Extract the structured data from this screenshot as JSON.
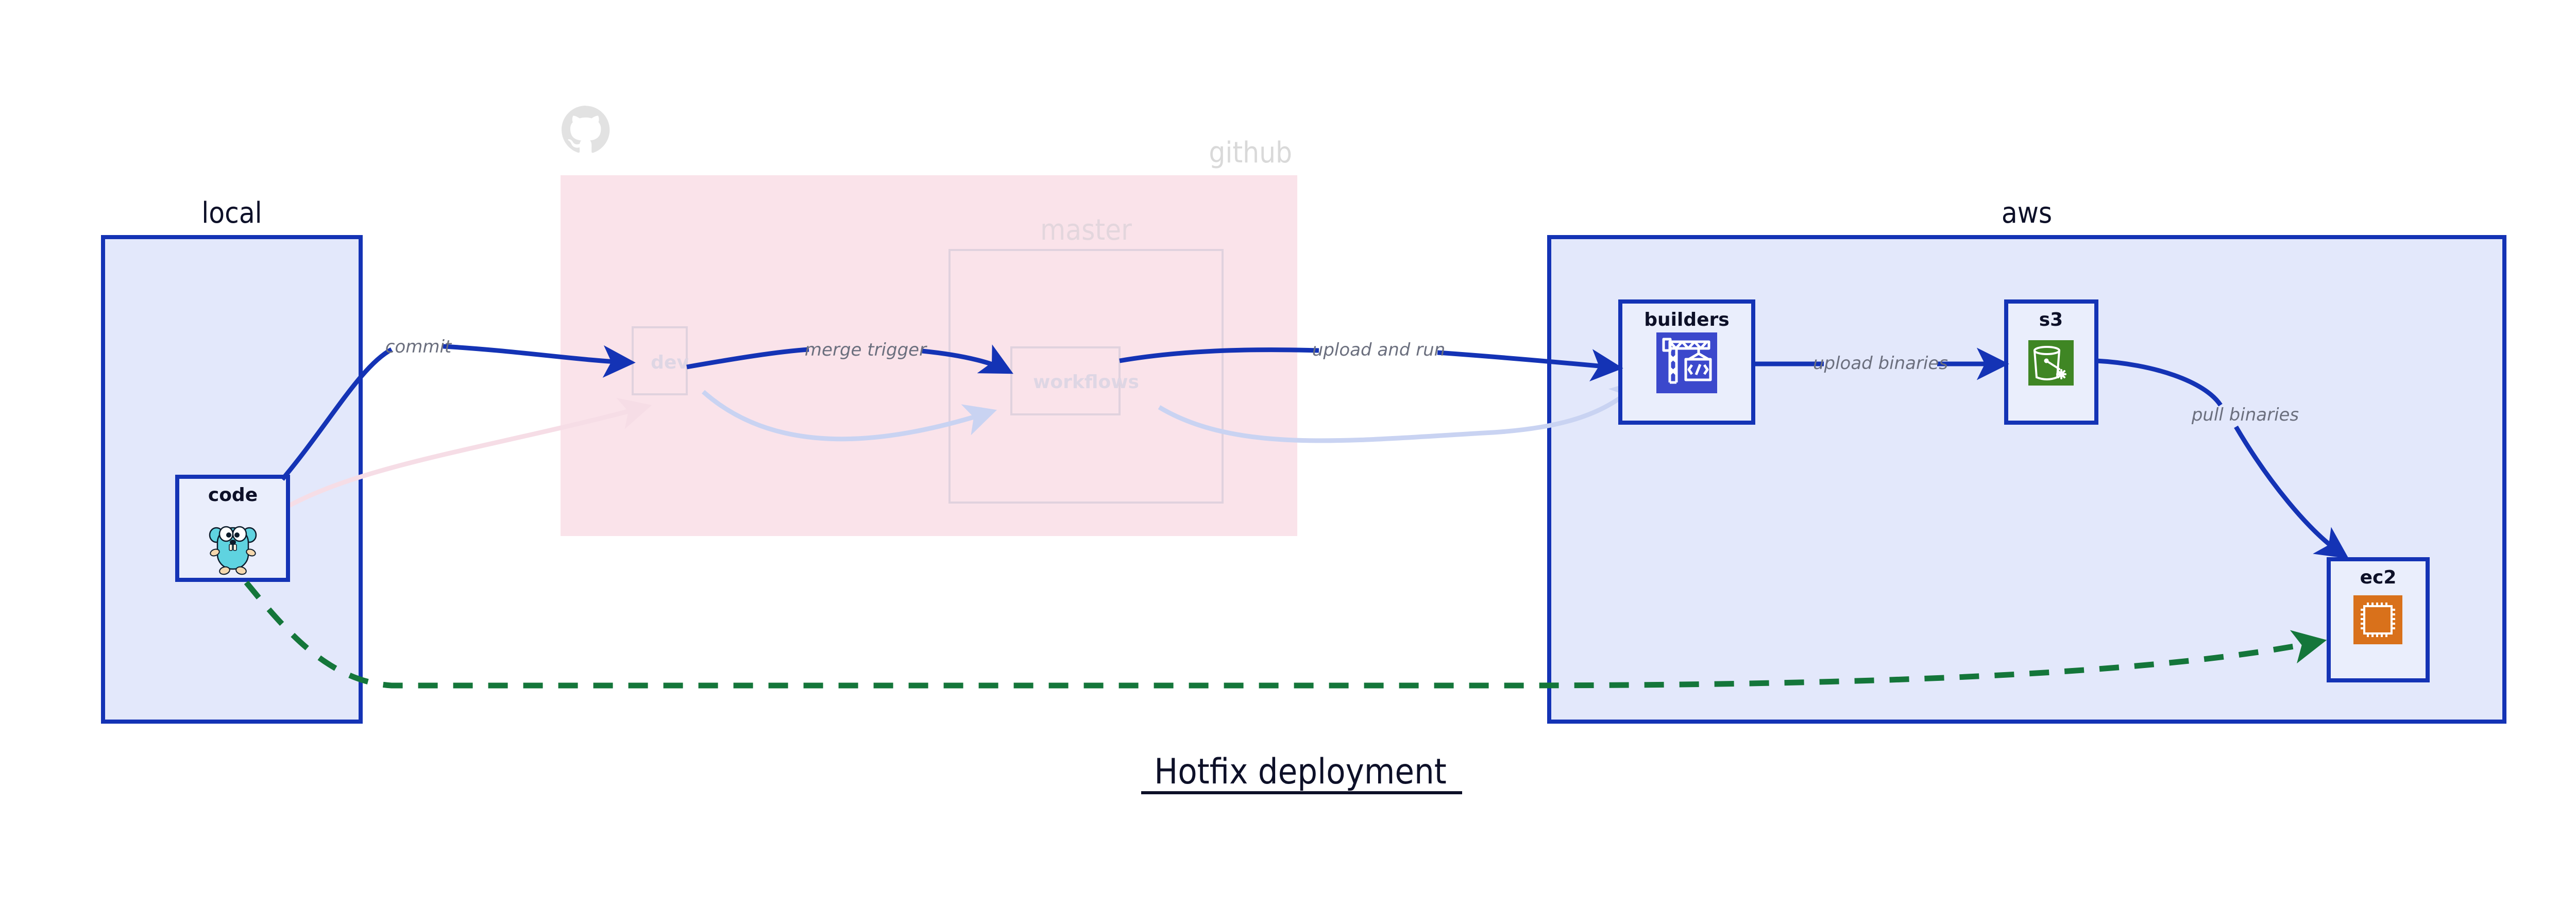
{
  "diagram": {
    "title": "Hotfix deployment",
    "regions": [
      {
        "id": "local",
        "label": "local",
        "state": "active"
      },
      {
        "id": "github",
        "label": "github",
        "state": "dimmed"
      },
      {
        "id": "aws",
        "label": "aws",
        "state": "active"
      }
    ],
    "subregions": [
      {
        "id": "master",
        "label": "master",
        "parent": "github",
        "state": "dimmed"
      }
    ],
    "nodes": [
      {
        "id": "code",
        "label": "code",
        "region": "local",
        "icon": "go-gopher-icon",
        "state": "active"
      },
      {
        "id": "dev",
        "label": "dev",
        "region": "github",
        "icon": "none",
        "state": "dimmed"
      },
      {
        "id": "workflows",
        "label": "workflows",
        "region": "master",
        "icon": "none",
        "state": "dimmed"
      },
      {
        "id": "builders",
        "label": "builders",
        "region": "aws",
        "icon": "aws-codebuild-icon",
        "state": "active"
      },
      {
        "id": "s3",
        "label": "s3",
        "region": "aws",
        "icon": "aws-s3-glacier-icon",
        "state": "active"
      },
      {
        "id": "ec2",
        "label": "ec2",
        "region": "aws",
        "icon": "aws-ec2-icon",
        "state": "active"
      }
    ],
    "edges": [
      {
        "id": "commit",
        "from": "code",
        "to": "dev",
        "label": "commit",
        "style": "solid",
        "state": "active"
      },
      {
        "id": "merge-trigger",
        "from": "dev",
        "to": "workflows",
        "label": "merge trigger",
        "style": "solid",
        "state": "active"
      },
      {
        "id": "upload-and-run",
        "from": "workflows",
        "to": "builders",
        "label": "upload and run",
        "style": "solid",
        "state": "active"
      },
      {
        "id": "upload-binaries",
        "from": "builders",
        "to": "s3",
        "label": "upload binaries",
        "style": "solid",
        "state": "active"
      },
      {
        "id": "pull-binaries",
        "from": "s3",
        "to": "ec2",
        "label": "pull binaries",
        "style": "solid",
        "state": "active"
      },
      {
        "id": "hotfix-direct",
        "from": "code",
        "to": "ec2",
        "label": "",
        "style": "dashed",
        "state": "active"
      },
      {
        "id": "ghost-code-dev",
        "from": "code",
        "to": "workflows",
        "label": "",
        "style": "solid",
        "state": "dimmed"
      },
      {
        "id": "ghost-wf-build",
        "from": "workflows",
        "to": "builders",
        "label": "",
        "style": "solid",
        "state": "dimmed"
      }
    ],
    "logos": [
      {
        "id": "github-octocat",
        "name": "github-octocat-logo",
        "region": "github"
      }
    ],
    "colors": {
      "edge_active": "#1433b5",
      "edge_dashed": "#14763a",
      "edge_dimmed_blue": "#c9d3f2",
      "edge_dimmed_pink": "#f6dde6",
      "region_local_fill": "#e3e8fb",
      "region_local_stroke": "#1433b5",
      "region_aws_fill": "#e3e8fb",
      "region_aws_stroke": "#1433b5",
      "region_github_fill": "#fae3ea",
      "node_fill": "#eaeefc",
      "node_stroke": "#1433b5",
      "icon_codebuild_bg": "#3b48cc",
      "icon_s3_bg": "#3f8624",
      "icon_ec2_bg": "#d9711b",
      "gopher_body": "#5fd3e0",
      "title_text": "#0d1028",
      "label_text": "#6b6f7e"
    }
  }
}
